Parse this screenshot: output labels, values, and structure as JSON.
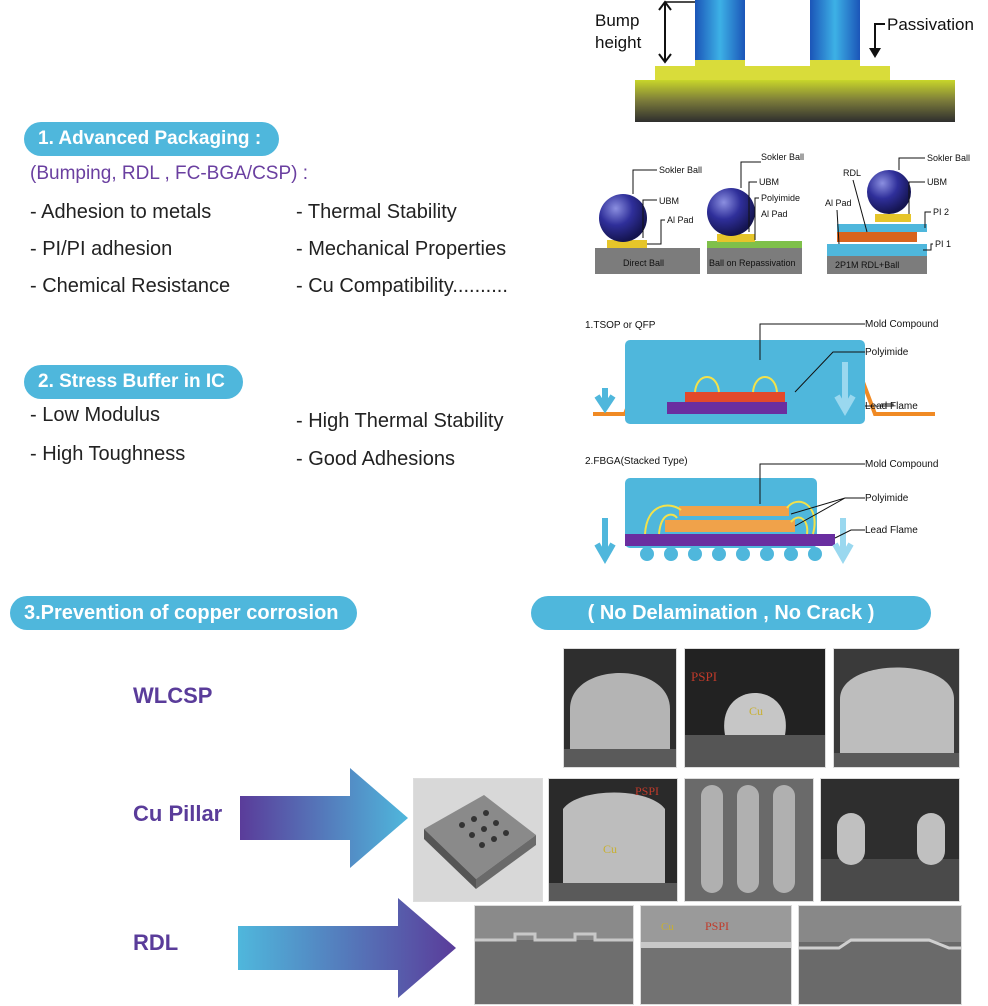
{
  "colors": {
    "accent": "#4fb7dc",
    "purple": "#6a3fa0",
    "label_purple": "#5a3c9a"
  },
  "bump_diagram": {
    "label_bump_line1": "Bump",
    "label_bump_line2": "height",
    "label_passivation": "Passivation"
  },
  "section1": {
    "title": "1. Advanced Packaging :",
    "subtitle": "(Bumping, RDL , FC-BGA/CSP) :",
    "left_items": [
      "- Adhesion to metals",
      "- PI/PI adhesion",
      "- Chemical Resistance"
    ],
    "right_items": [
      "- Thermal Stability",
      "- Mechanical Properties",
      "- Cu Compatibility.........."
    ]
  },
  "section2": {
    "title": "2. Stress Buffer in IC",
    "left_items": [
      "- Low Modulus",
      "- High Toughness"
    ],
    "right_items": [
      "- High Thermal Stability",
      "- Good Adhesions"
    ]
  },
  "section3": {
    "title": "3.Prevention of copper corrosion",
    "banner": "( No Delamination , No Crack )"
  },
  "ball_diagrams": {
    "direct": {
      "caption": "Direct Ball",
      "solder": "Sokler Ball",
      "ubm": "UBM",
      "pad": "Al Pad"
    },
    "repass": {
      "caption": "Ball on Repassivation",
      "solder": "Sokler Ball",
      "ubm": "UBM",
      "polyimide": "Polyimide",
      "pad": "Al Pad"
    },
    "rdl": {
      "caption": "2P1M RDL+Ball",
      "solder": "Sokler Ball",
      "rdl": "RDL",
      "ubm": "UBM",
      "pad": "Al Pad",
      "pi2": "PI 2",
      "pi1": "PI 1"
    }
  },
  "tsop": {
    "title": "1.TSOP or QFP",
    "mold": "Mold Compound",
    "polyimide": "Polyimide",
    "lead": "Lead Flame"
  },
  "fbga": {
    "title": "2.FBGA(Stacked Type)",
    "mold": "Mold Compound",
    "polyimide": "Polyimide",
    "lead": "Lead Flame"
  },
  "rows": [
    {
      "label": "WLCSP"
    },
    {
      "label": "Cu Pillar"
    },
    {
      "label": "RDL"
    }
  ],
  "sem_labels": {
    "pspi": "PSPI",
    "cu": "Cu"
  }
}
